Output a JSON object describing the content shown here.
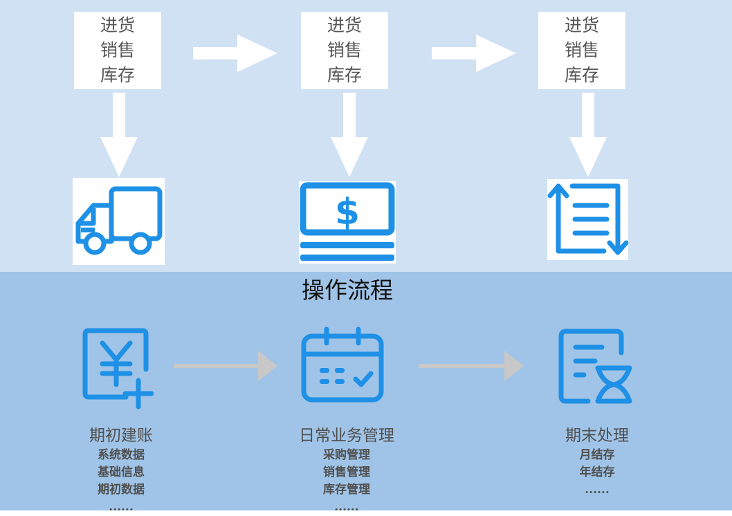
{
  "top": {
    "boxes": [
      {
        "lines": [
          "进货",
          "销售",
          "库存"
        ],
        "icon": "truck-icon"
      },
      {
        "lines": [
          "进货",
          "销售",
          "库存"
        ],
        "icon": "cash-register-icon"
      },
      {
        "lines": [
          "进货",
          "销售",
          "库存"
        ],
        "icon": "list-sort-icon"
      }
    ]
  },
  "section_title": "操作流程",
  "steps": [
    {
      "title": "期初建账",
      "items": [
        "系统数据",
        "基础信息",
        "期初数据",
        "......"
      ],
      "icon": "yen-add-icon"
    },
    {
      "title": "日常业务管理",
      "items": [
        "采购管理",
        "销售管理",
        "库存管理",
        "......"
      ],
      "icon": "calendar-check-icon"
    },
    {
      "title": "期末处理",
      "items": [
        "月结存",
        "年结存",
        "......"
      ],
      "icon": "document-hourglass-icon"
    }
  ],
  "colors": {
    "top_background": "#cfe1f3",
    "bottom_background": "#a0c4e7",
    "icon_blue": "#1e90e6",
    "flow_arrow": "#c8c8c8"
  }
}
